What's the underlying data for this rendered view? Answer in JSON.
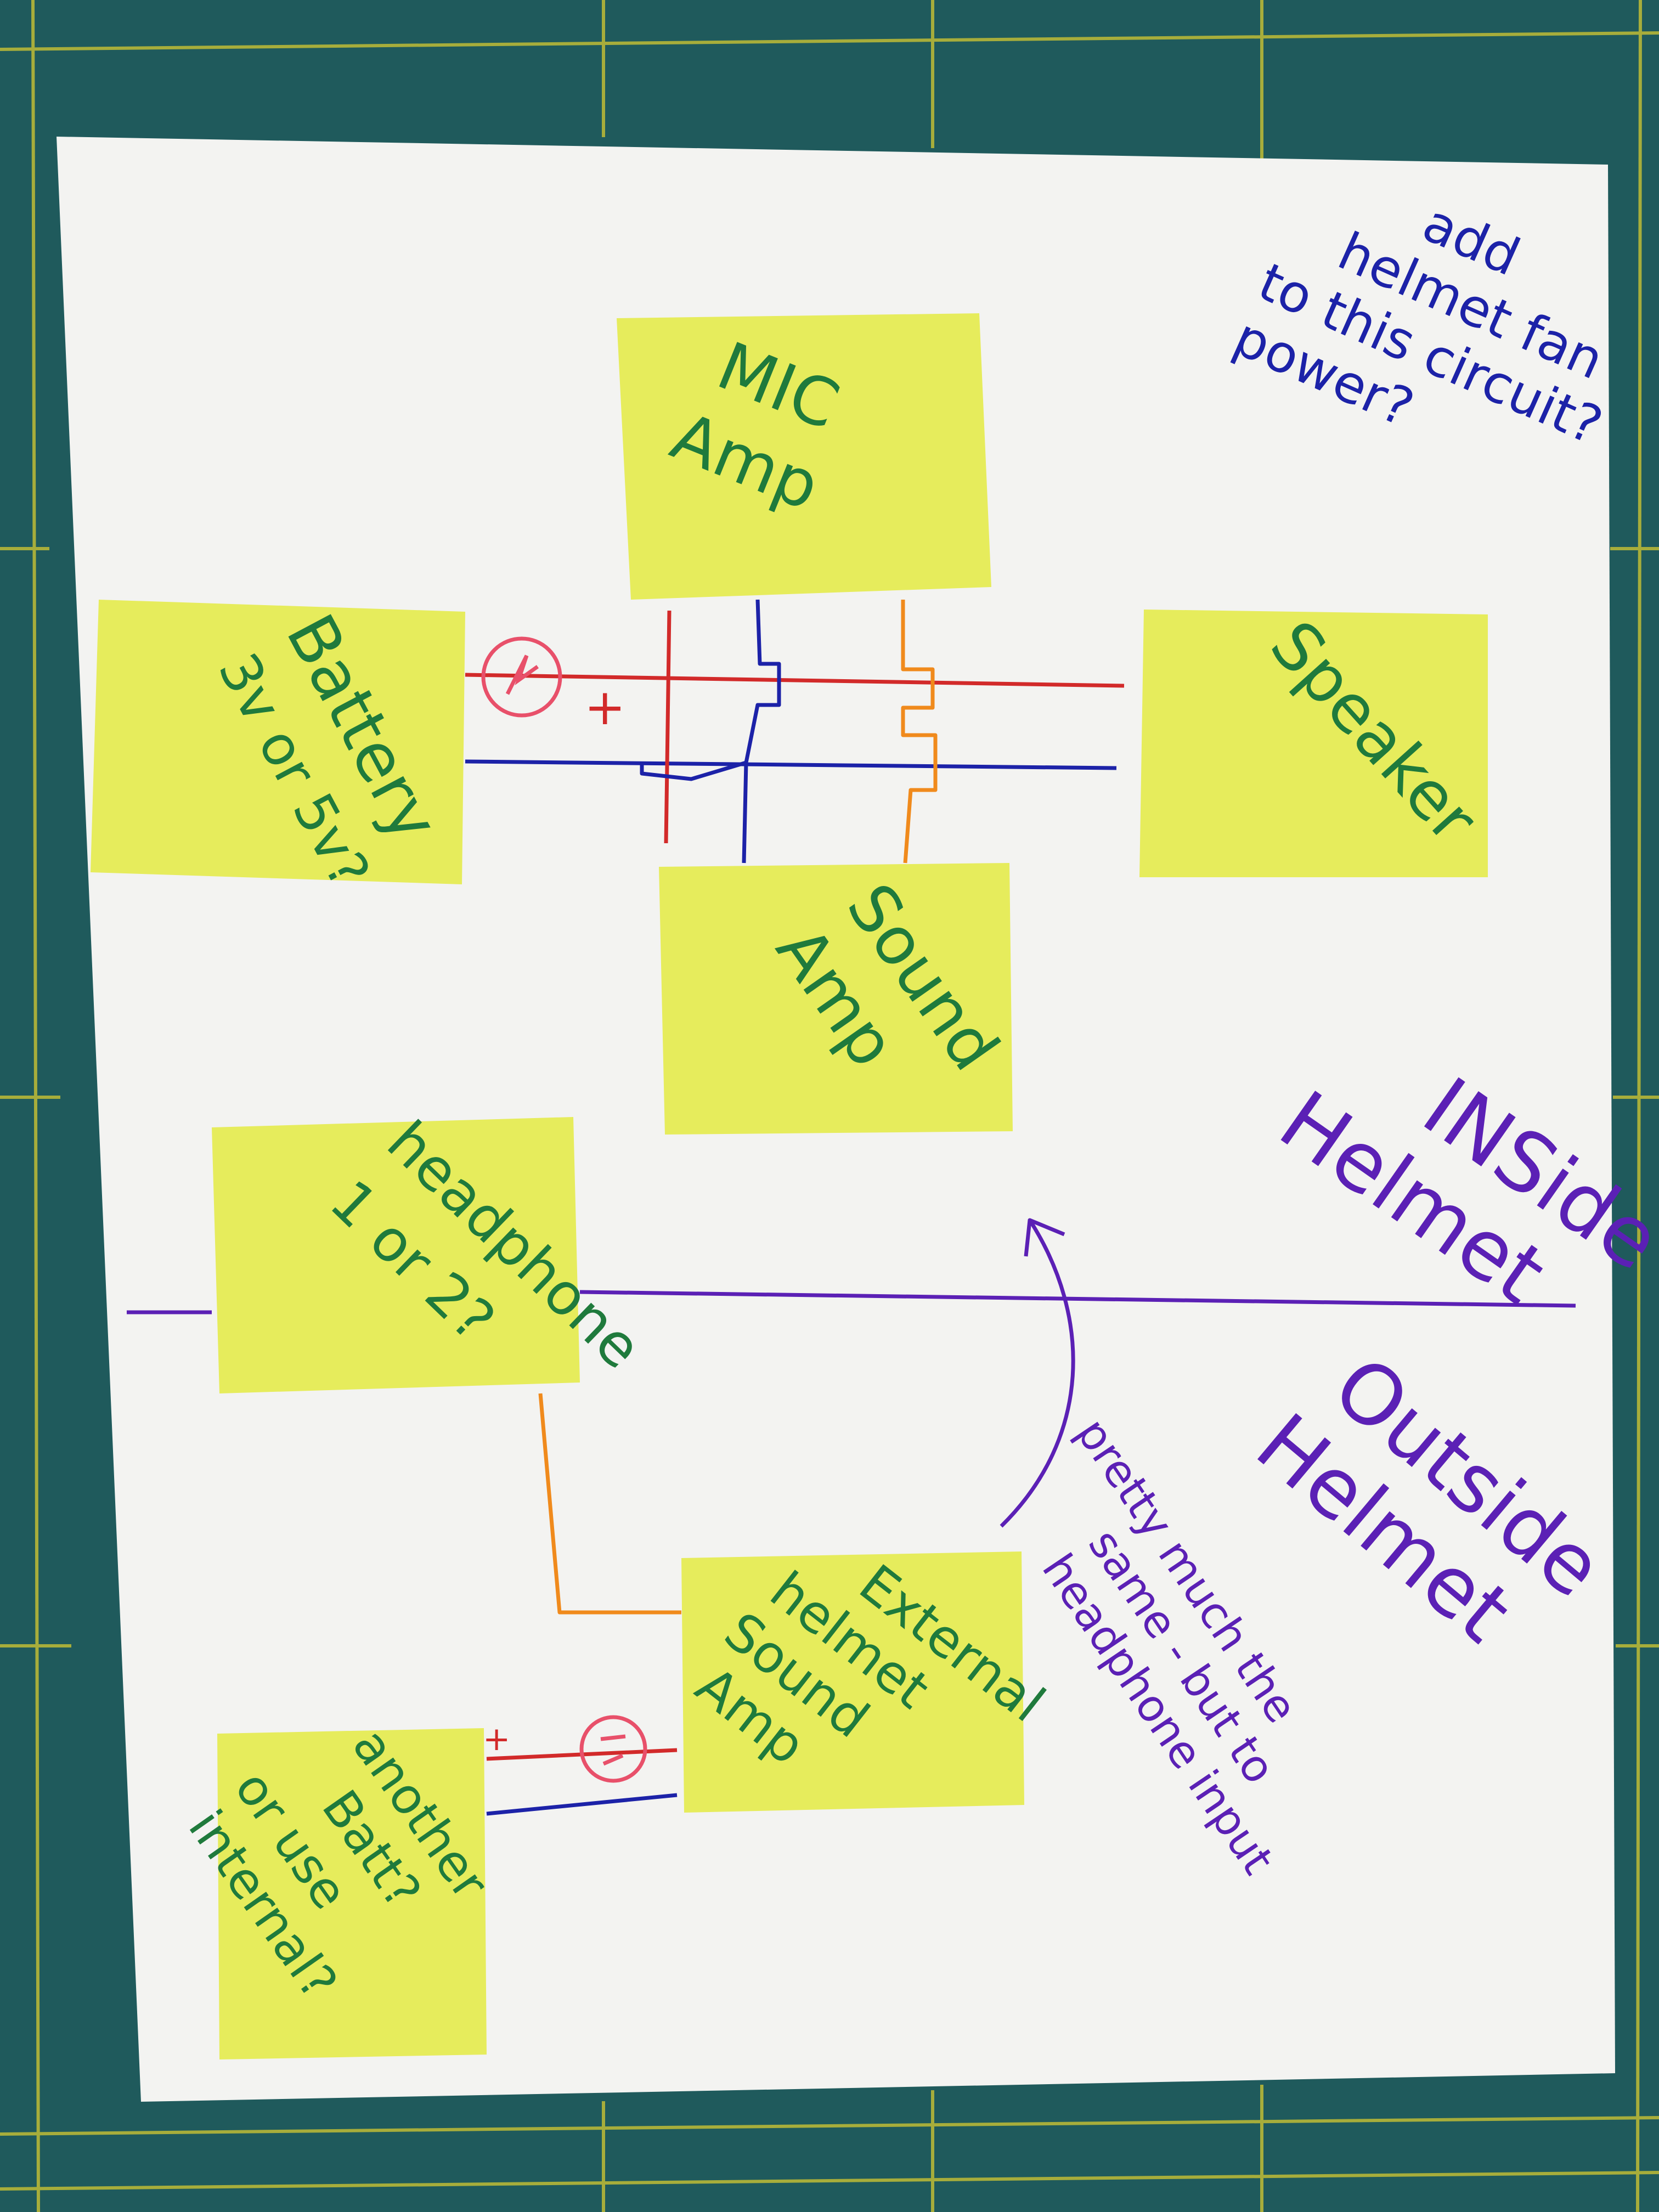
{
  "colors": {
    "mat": "#1f5a5c",
    "mat_grid": "#c9c233",
    "paper": "#f3f3f1",
    "sticky": "#e6ec5c",
    "ink_green": "#1f7a3c",
    "ink_blue": "#1c22a8",
    "ink_purple": "#5b20b5",
    "wire_red": "#d22a2a",
    "wire_blue": "#1c22a8",
    "wire_orange": "#f08a1c",
    "fuse_pink": "#e8506a"
  },
  "notes": {
    "mic_amp": [
      "MIC",
      "Amp"
    ],
    "battery": [
      "Battery",
      "3v or 5v?"
    ],
    "speaker": [
      "Speaker"
    ],
    "sound_amp": [
      "Sound",
      "Amp"
    ],
    "headphone": [
      "headphone",
      "1 or 2?"
    ],
    "external_amp": [
      "External",
      "helmet",
      "Sound",
      "Amp"
    ],
    "another_batt": [
      "another",
      "Batt?",
      "or use",
      "internal?"
    ]
  },
  "annotations": {
    "fan_question": [
      "add",
      "helmet fan",
      "to this circuit?",
      "power?"
    ],
    "inside": [
      "INSide",
      "Helmet"
    ],
    "outside": [
      "Outside",
      "Helmet"
    ],
    "same_note": [
      "pretty much the",
      "same - but to",
      "headphone input"
    ],
    "plus_top": "+",
    "plus_bottom": "+"
  }
}
